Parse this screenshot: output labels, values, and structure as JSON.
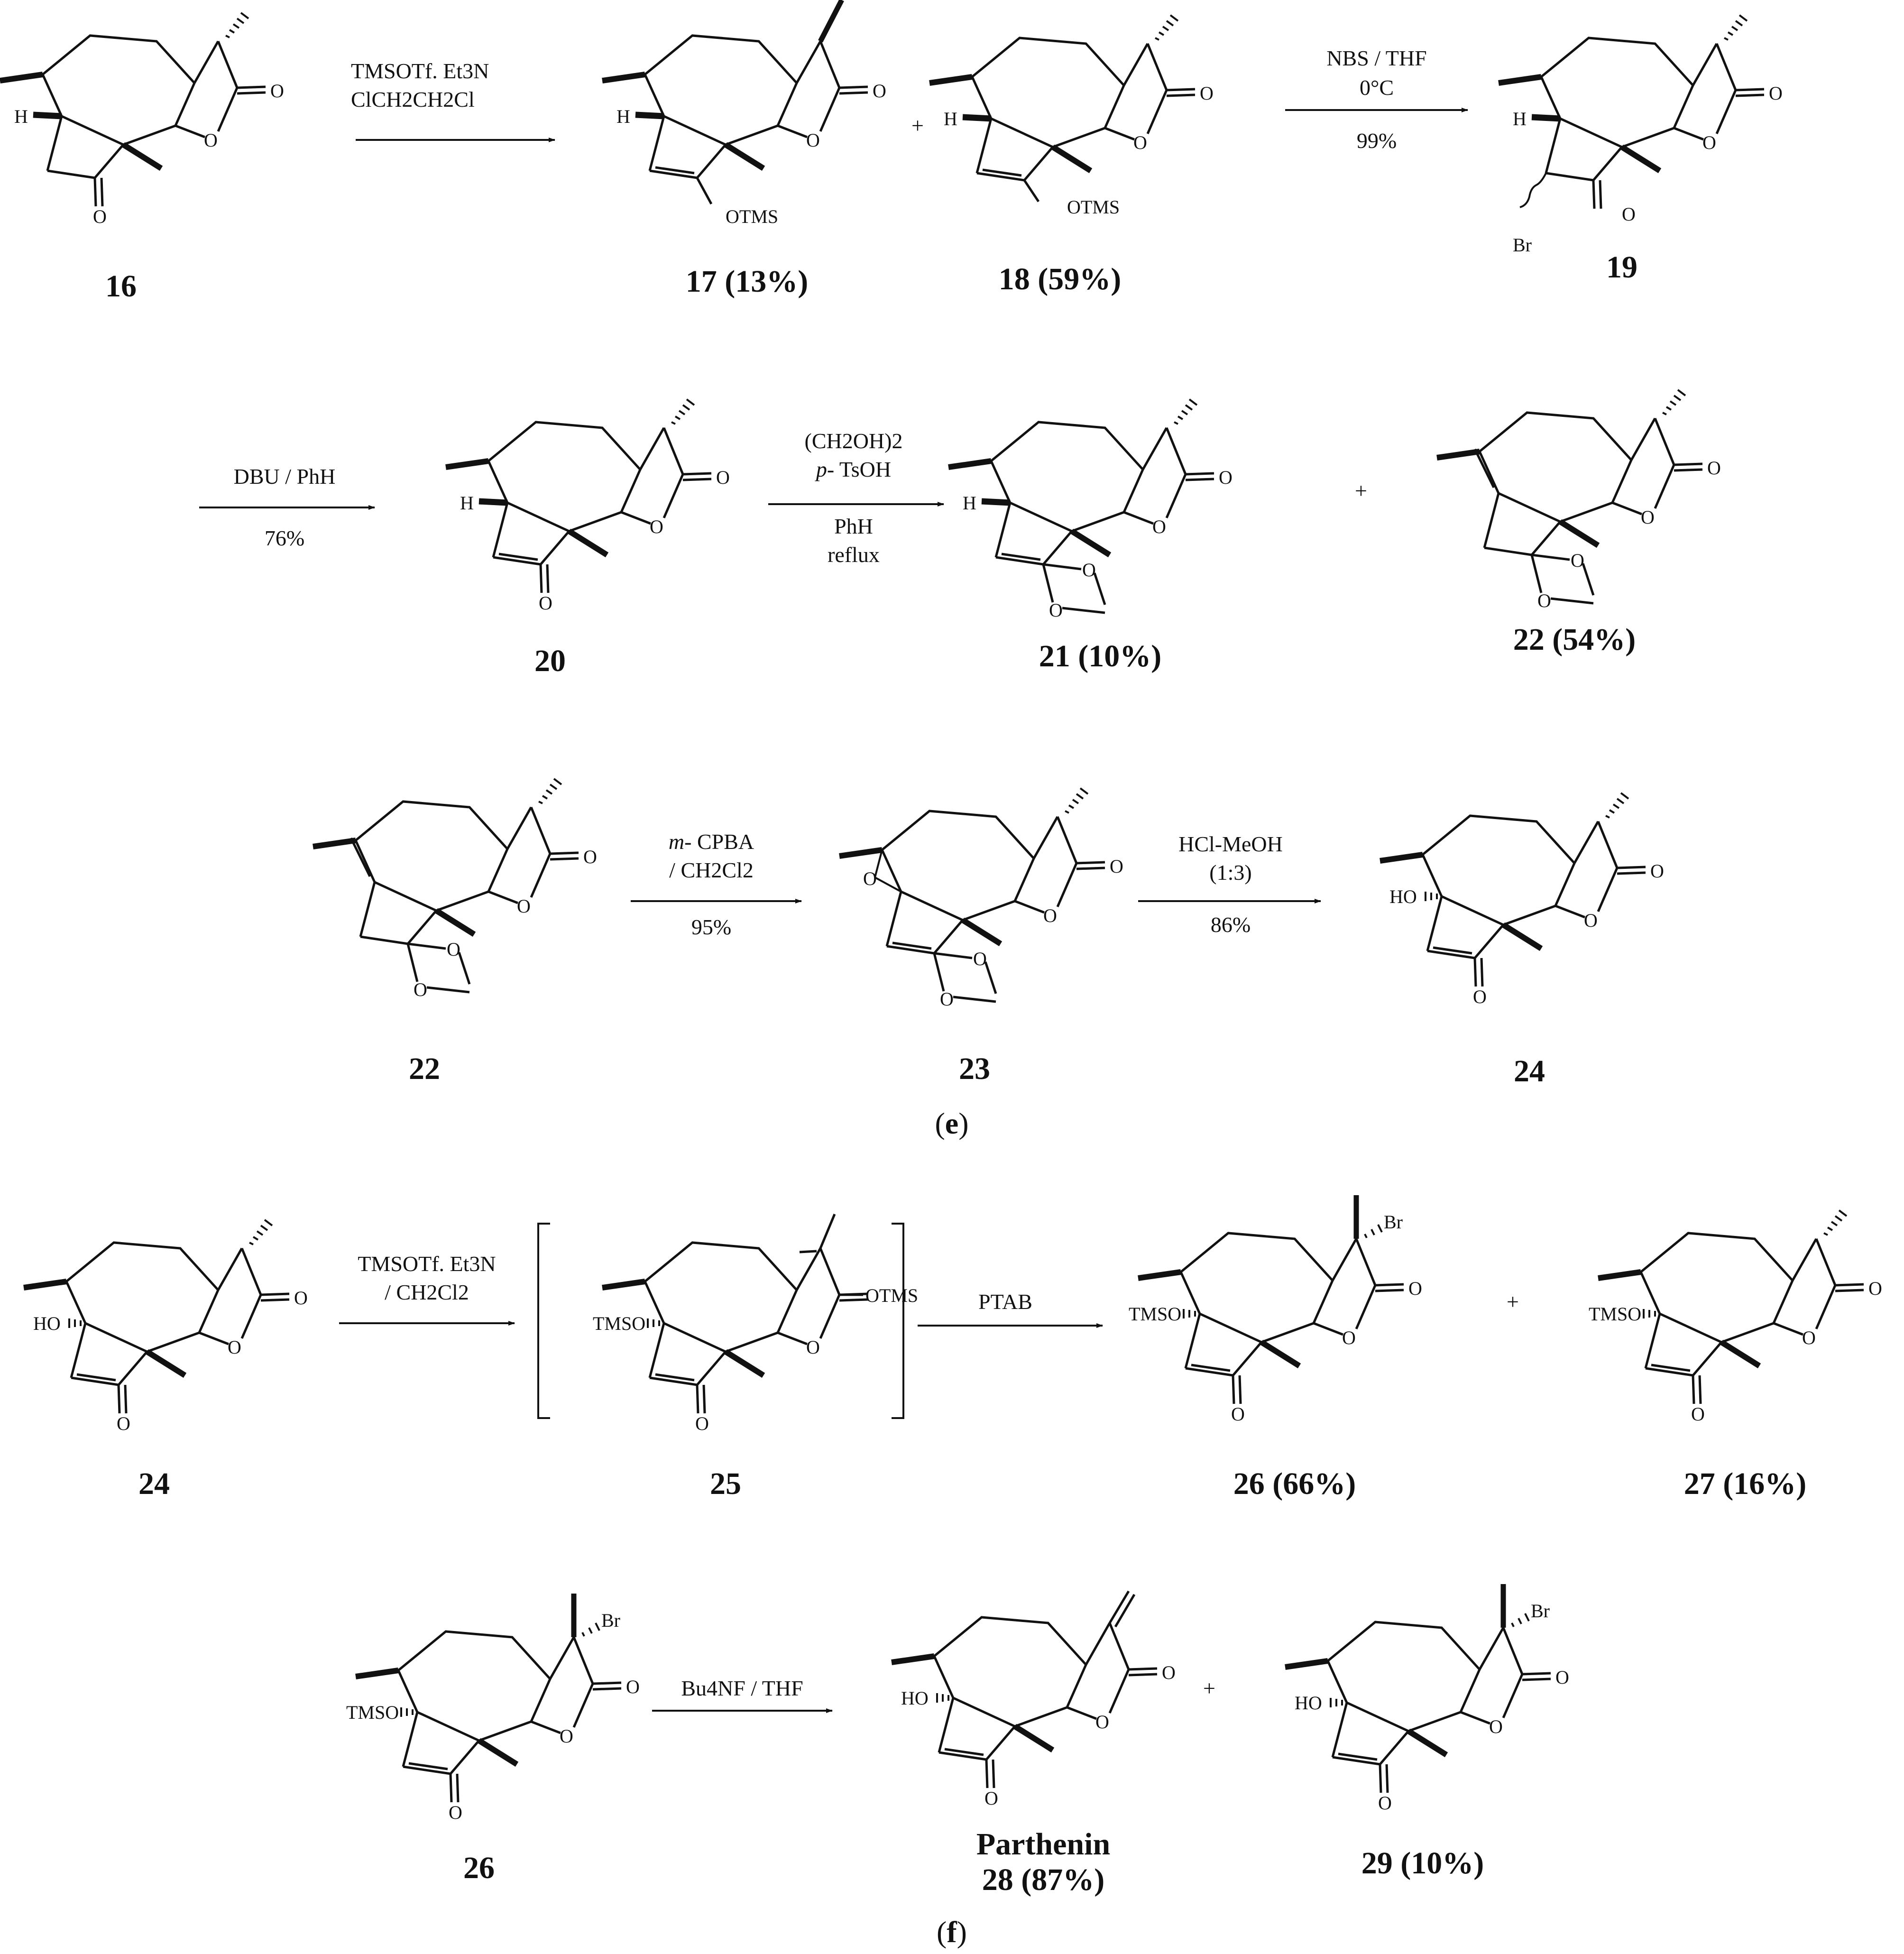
{
  "atoms": {
    "O": "O",
    "H": "H",
    "OTMS": "OTMS",
    "Br": "Br",
    "TMSO": "TMSO",
    "HO": "HO"
  },
  "plus": "+",
  "compounds": {
    "c16": "16",
    "c17": "17 (13%)",
    "c18": "18 (59%)",
    "c19": "19",
    "c20": "20",
    "c21": "21 (10%)",
    "c22": "22 (54%)",
    "c22b": "22",
    "c23": "23",
    "c24": "24",
    "c24b": "24",
    "c25": "25",
    "c26": "26 (66%)",
    "c27": "27 (16%)",
    "c26b": "26",
    "parthenin": "Parthenin",
    "c28": "28 (87%)",
    "c29": "29 (10%)"
  },
  "conditions": {
    "r1_line1": "TMSOTf. Et3N",
    "r1_line2": "ClCH2CH2Cl",
    "r2_line1": "NBS / THF",
    "r2_line2": "0°C",
    "r2_yield": "99%",
    "r3_line1": "DBU / PhH",
    "r3_yield": "76%",
    "r4_line1": "(CH2OH)2",
    "r4_line2_prefix": "p-",
    "r4_line2_rest": " TsOH",
    "r4_line3": "PhH",
    "r4_line4": "reflux",
    "r5_line1_prefix": "m-",
    "r5_line1_rest": " CPBA",
    "r5_line2": "/ CH2Cl2",
    "r5_yield": "95%",
    "r6_line1": "HCl-MeOH",
    "r6_line2": "(1:3)",
    "r6_yield": "86%",
    "r7_line1": "TMSOTf. Et3N",
    "r7_line2": "/ CH2Cl2",
    "r8_line1": "PTAB",
    "r9_line1": "Bu4NF / THF"
  },
  "panels": {
    "e_open": "(",
    "e_letter": "e",
    "e_close": ")",
    "f_open": "(",
    "f_letter": "f",
    "f_close": ")"
  }
}
